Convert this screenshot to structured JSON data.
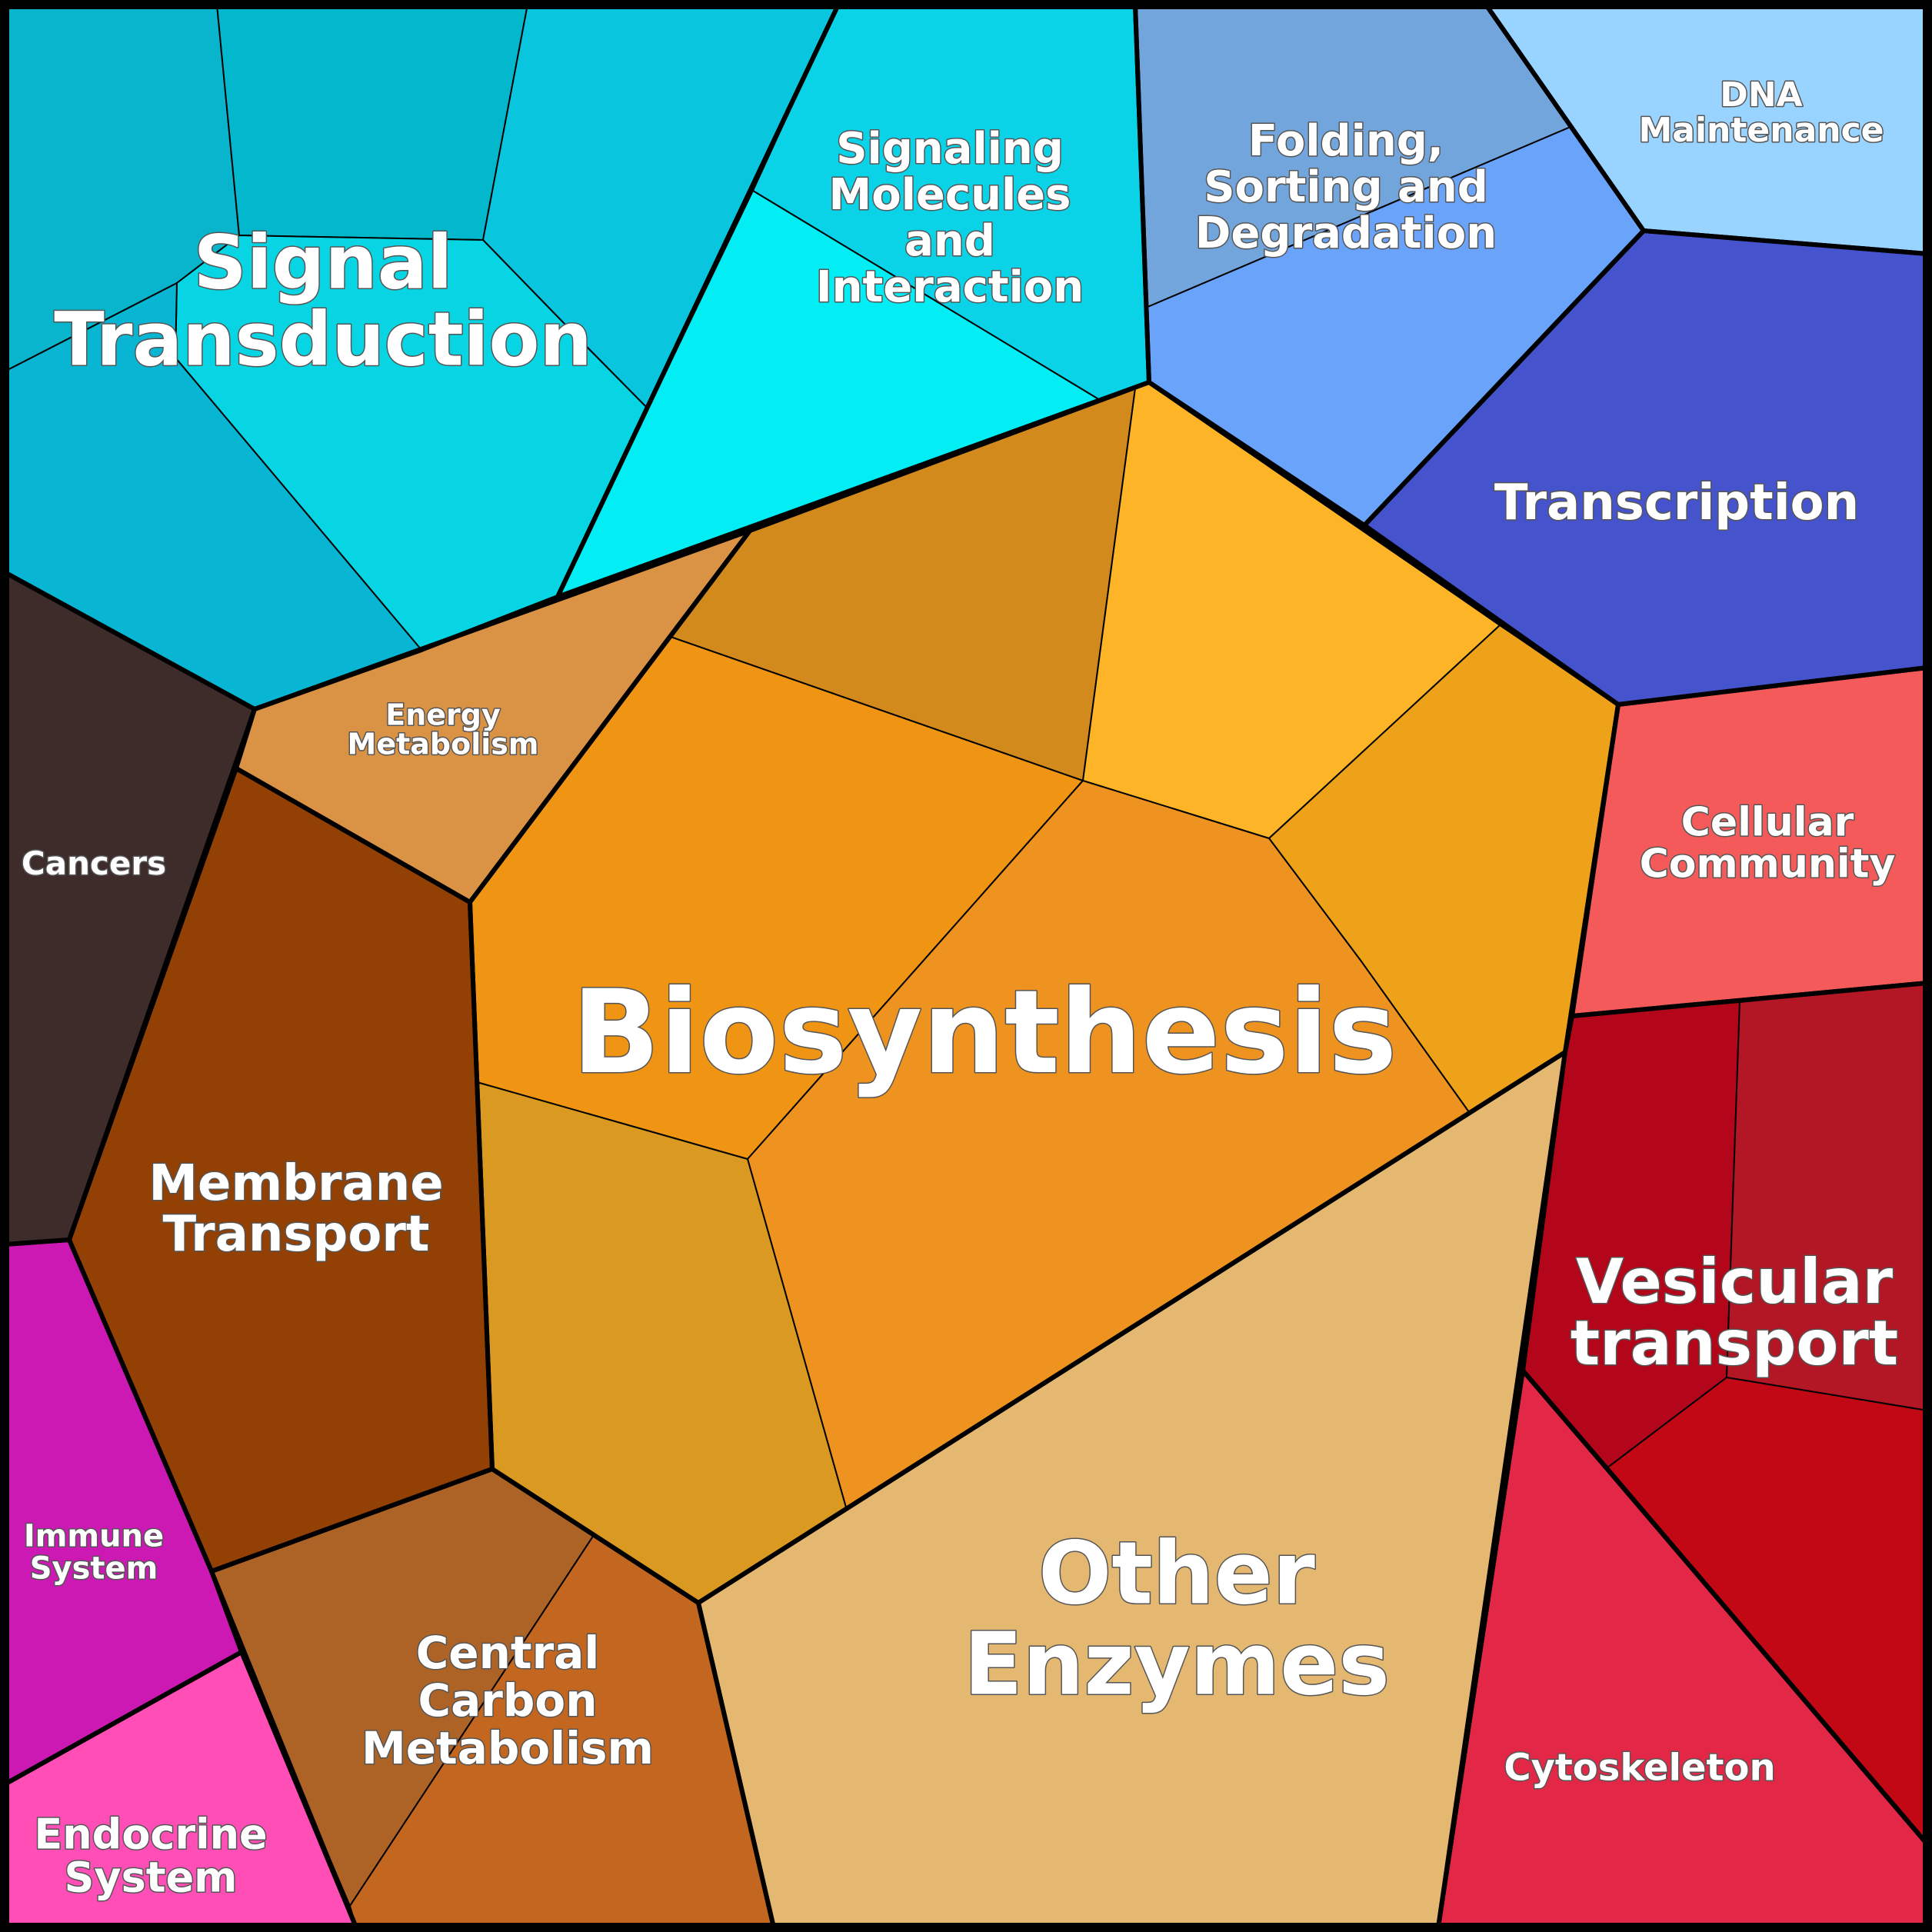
{
  "diagram": {
    "type": "voronoi-treemap",
    "categories": [
      {
        "id": "signal_transduction",
        "label": "Signal Transduction",
        "color": "#08C4DE"
      },
      {
        "id": "signaling_molecules",
        "label": "Signaling Molecules and Interaction",
        "color": "#05E0F2"
      },
      {
        "id": "folding",
        "label": "Folding, Sorting and Degradation",
        "color": "#6AA3FA"
      },
      {
        "id": "dna_maintenance",
        "label": "DNA Maintenance",
        "color": "#99D3FF"
      },
      {
        "id": "transcription",
        "label": "Transcription",
        "color": "#4553CD"
      },
      {
        "id": "energy_metabolism",
        "label": "Energy Metabolism",
        "color": "#DA9245"
      },
      {
        "id": "biosynthesis",
        "label": "Biosynthesis",
        "color": "#F09A1C"
      },
      {
        "id": "cancers",
        "label": "Cancers",
        "color": "#3E2C2B"
      },
      {
        "id": "membrane_transport",
        "label": "Membrane Transport",
        "color": "#924004"
      },
      {
        "id": "cellular_community",
        "label": "Cellular Community",
        "color": "#F45A5A"
      },
      {
        "id": "vesicular_transport",
        "label": "Vesicular transport",
        "color": "#B70C1A"
      },
      {
        "id": "immune_system",
        "label": "Immune System",
        "color": "#CC19B3"
      },
      {
        "id": "endocrine_system",
        "label": "Endocrine System",
        "color": "#FF4EB5"
      },
      {
        "id": "central_carbon",
        "label": "Central Carbon Metabolism",
        "color": "#C3661F"
      },
      {
        "id": "other_enzymes",
        "label": "Other Enzymes",
        "color": "#E5B872"
      },
      {
        "id": "cytoskeleton",
        "label": "Cytoskeleton",
        "color": "#E32747"
      }
    ]
  }
}
